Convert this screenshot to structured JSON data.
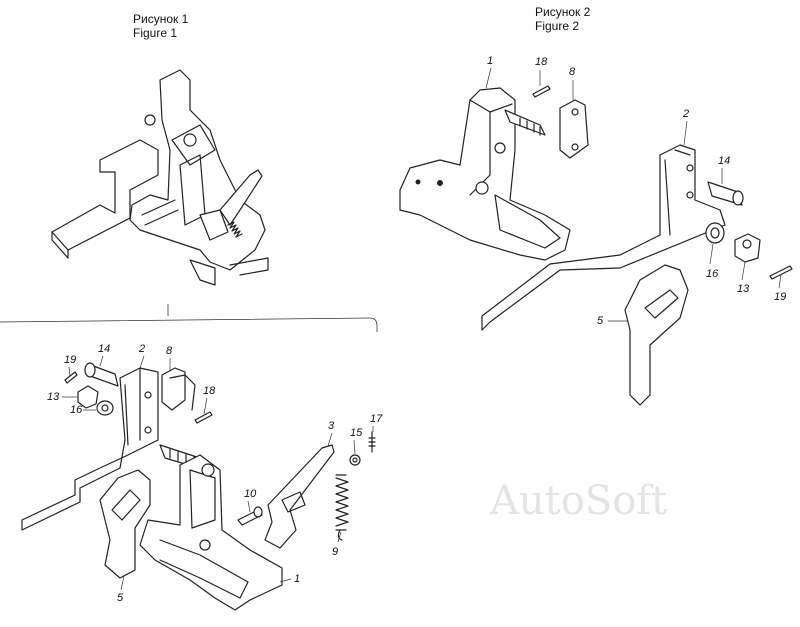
{
  "figure1": {
    "caption_ru": "Рисунок 1",
    "caption_en": "Figure 1"
  },
  "figure2": {
    "caption_ru": "Рисунок 2",
    "caption_en": "Figure 2"
  },
  "watermark": "AutoSoft",
  "callouts_fig2": [
    "1",
    "18",
    "8",
    "2",
    "14",
    "16",
    "13",
    "19",
    "5"
  ],
  "callouts_exploded": [
    "19",
    "14",
    "2",
    "8",
    "13",
    "16",
    "18",
    "3",
    "15",
    "17",
    "10",
    "9",
    "5",
    "1"
  ],
  "colors": {
    "line": "#222222",
    "watermark": "#e4e4e4"
  }
}
